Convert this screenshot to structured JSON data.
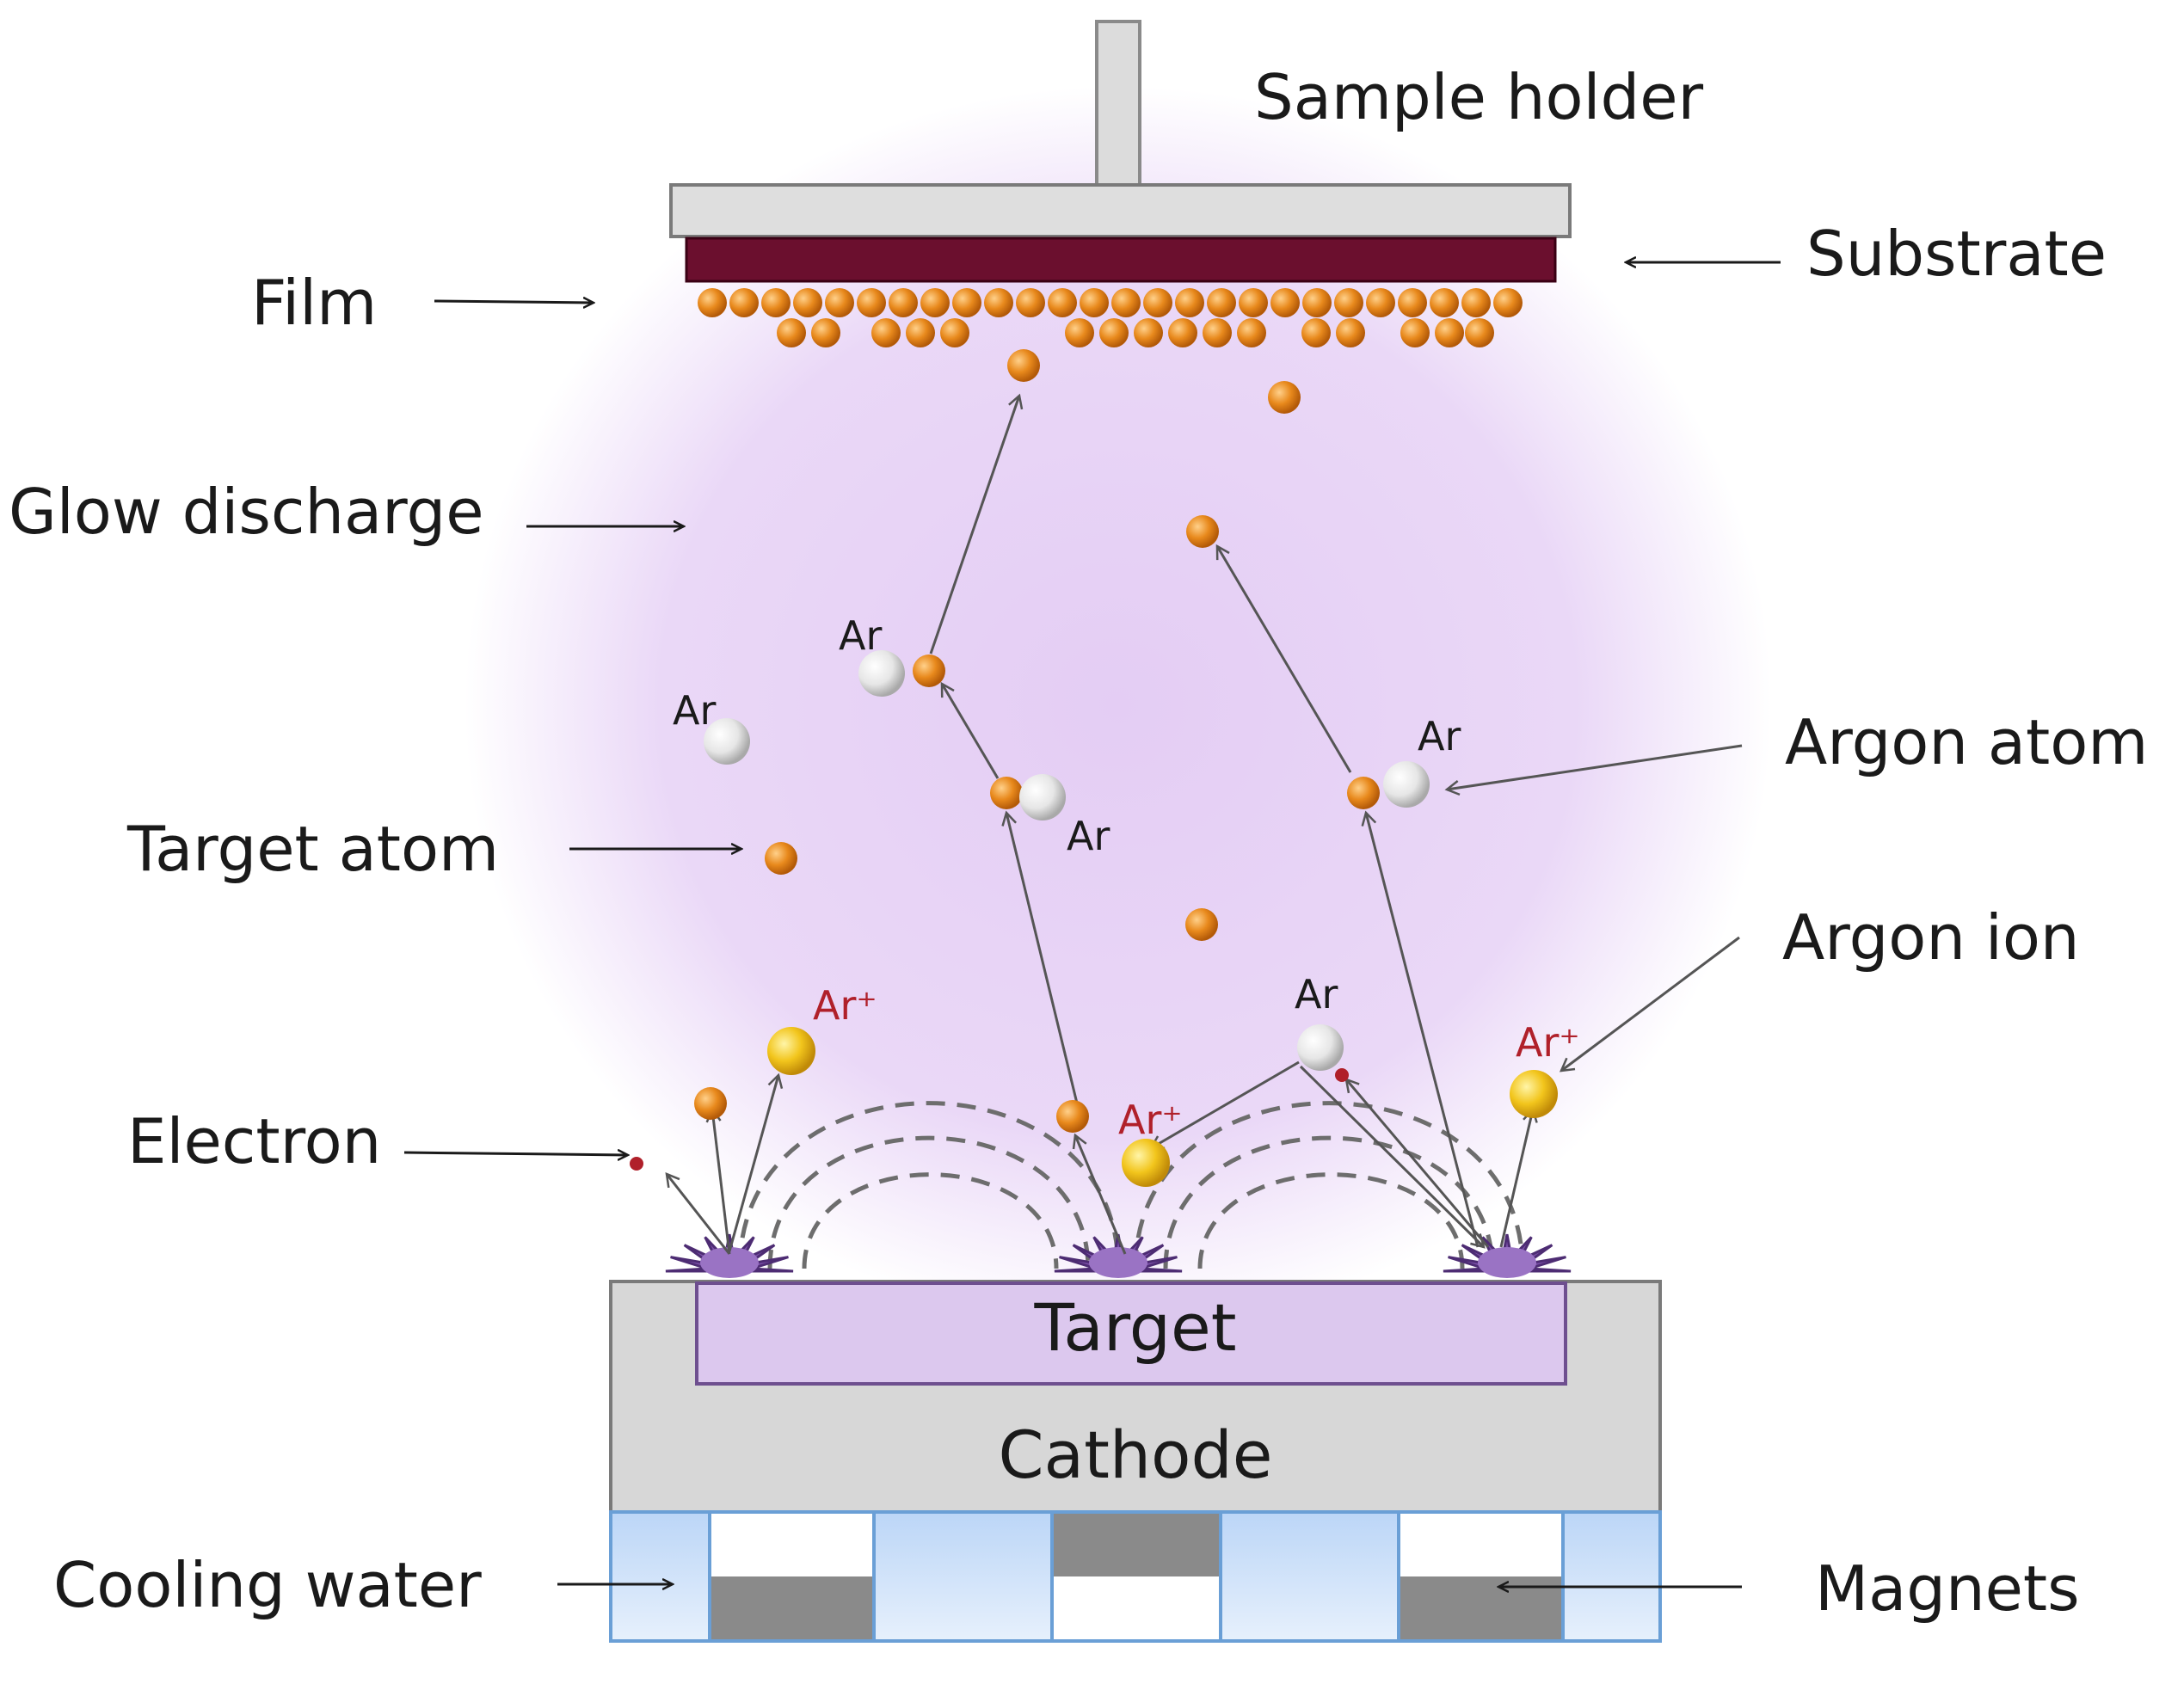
{
  "labels": {
    "sample_holder": "Sample holder",
    "substrate": "Substrate",
    "film": "Film",
    "glow_discharge": "Glow discharge",
    "argon_atom": "Argon atom",
    "target_atom": "Target atom",
    "argon_ion": "Argon ion",
    "electron": "Electron",
    "target": "Target",
    "cathode": "Cathode",
    "cooling_water": "Cooling water",
    "magnets": "Magnets"
  },
  "symbols": {
    "argon": "Ar",
    "argon_ion": "Ar⁺"
  },
  "colors": {
    "plasma": "#ead8f7",
    "substrate_film": "#6b0f2e",
    "target_atom": "#e08a1c",
    "argon_ion": "#f2c51c",
    "target_block": "#dcc8ee",
    "cathode": "#d7d7d7",
    "cooling_water": "#cfe3fa",
    "magnet_dark": "#8a8a8a",
    "electron": "#b0202a"
  }
}
